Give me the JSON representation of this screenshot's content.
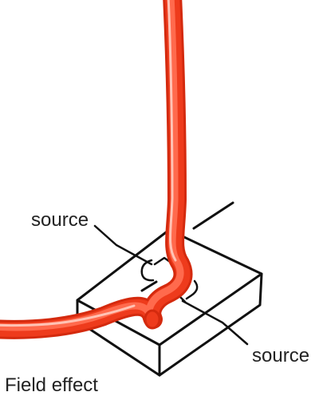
{
  "labels": {
    "source_top": "source",
    "source_right": "source",
    "caption": "Field effect"
  },
  "colors": {
    "background": "#ffffff",
    "line": "#111111",
    "tube_dark": "#d42a0e",
    "tube_main": "#ee3b1c",
    "tube_light": "#ff6a4d",
    "tube_highlight": "#ffc3b5"
  }
}
